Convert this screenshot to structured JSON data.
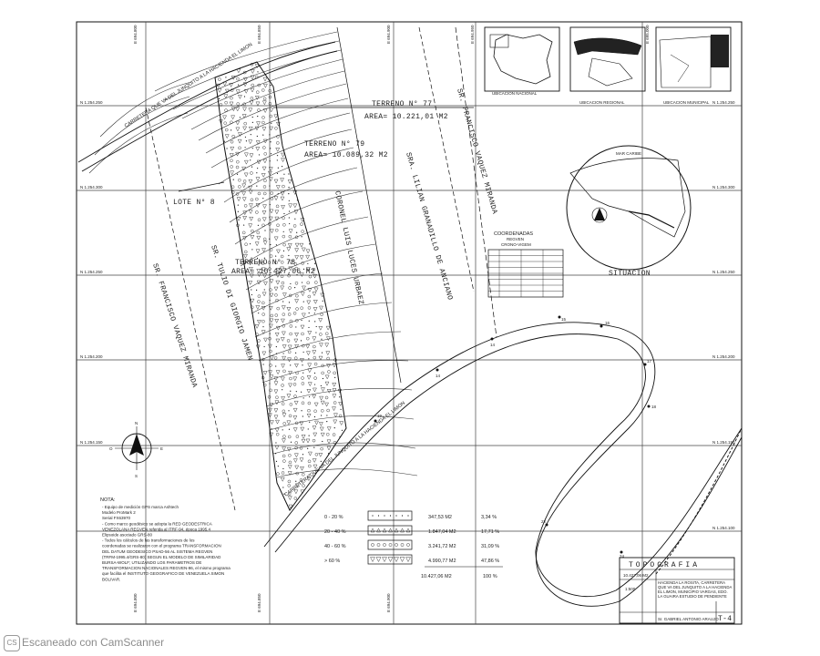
{
  "grid": {
    "n_labels": [
      "N 1.254.250",
      "N 1.254.300",
      "N 1.254.250",
      "N 1.254.200",
      "N 1.254.150"
    ],
    "n_labels_right": [
      "N 1.254.250",
      "N 1.254.300",
      "N 1.254.250",
      "N 1.254.200",
      "N 1.254.150",
      "N 1.254.100"
    ],
    "e_labels": [
      "E 694.800",
      "E 694.850",
      "E 694.900",
      "E 694.950",
      "E 695.000",
      "E 695.050"
    ]
  },
  "plot": {
    "road_top": "CARRETERA QUE VA DEL JUNQUITO A LA HACIENDA EL LIMON",
    "road_bottom": "CARRETERA QUE VA DEL JUNQUITO A LA HACIENDA EL LIMON",
    "terreno_77": "TERRENO N° 77",
    "area_77": "AREA= 10.221,01 M2",
    "terreno_79": "TERRENO N° 79",
    "area_79": "AREA= 10.089,32 M2",
    "lote": "LOTE N° 8",
    "terreno_main": "TERRENO N° 78",
    "area_main": "AREA= 10.427,06 M2",
    "owner_1": "SR. FRANCISCO VAQUEZ MIRANDA",
    "owner_2": "SR. TULIO DI GIORGIO JAMEN",
    "owner_3": "CORONEL LUIS LUCES URBAEZ",
    "owner_4": "SRA. LILIAN GRANADILLO DE ANCIANO",
    "owner_5": "SR. FRANCISCO VAQUEZ MIRANDA"
  },
  "insets": {
    "loc1": "UBICACION NACIONAL",
    "loc2": "UBICACION REGIONAL",
    "loc3": "UBICACION MUNICIPAL",
    "situacion": "SITUACION",
    "mar_caribe": "MAR CARIBE"
  },
  "coordinates": {
    "title": "COORDENADAS",
    "subtitle": "REGVEN",
    "system": "CRONO-VIGEM"
  },
  "slope_legend": {
    "rows": [
      {
        "range": "0 - 20 %",
        "area": "347,53 M2",
        "pct": "3,34 %"
      },
      {
        "range": "20 - 40 %",
        "area": "1.847,04 M2",
        "pct": "17,71 %"
      },
      {
        "range": "40 - 60 %",
        "area": "3.241,72 M2",
        "pct": "31,09 %"
      },
      {
        "range": "> 60 %",
        "area": "4.990,77 M2",
        "pct": "47,86 %"
      }
    ],
    "total_area": "10.427,06 M2",
    "total_pct": "100 %"
  },
  "notes": {
    "heading": "NOTA:",
    "lines": [
      "- Equipo de medición GPS marca Ashtech",
      "  Modelo ProMark 2",
      "  Serial FX63970",
      "- Como marco geodésico se adopta la RED GEODESTRICA",
      "  VENEZOLANA REGVEN referida al ITRF-94, época 1995.4",
      "  Elipsoide asociado GRS-80",
      "- Todos los cálculos de las transformaciones de los",
      "  coordenadas se realizaron con el programa TRANSFORMACION",
      "  DEL DATUM GEODESICO PSAD-56 AL SISTEMA REGVEN",
      "  (TRFM-1995.4/GRS-80) SEGUN EL MODELO DE SIMILARIDAD",
      "  BURSA-WOLF; UTILIZANDO LOS PARAMETROS DE",
      "  TRANSFORMACION NACIONALES REGVEN-96, el mismo programa",
      "  que facilita el INSTITUTO GEOGRAFICO DE VENEZUELA SIMON",
      "  BOLIVAR."
    ]
  },
  "title_block": {
    "title": "TOPOGRAFIA",
    "area_label": "10.427,06 M2",
    "scale": "1:500",
    "sheet": "T-4",
    "project": "HACIENDA LA ROSITA, CARRETERA QUE VA DEL JUNQUITO A LA HACIENDA EL LIMON, MUNICIPIO VARGAS, EDO. LA GUAIRA ESTUDIO DE PENDIENTE",
    "surveyor": "Sr. GABRIEL ANTONIO ARAUJO"
  },
  "compass": {
    "n": "N",
    "s": "S",
    "e": "E",
    "w": "O"
  },
  "footer": {
    "logo": "CS",
    "text": "Escaneado con CamScanner"
  }
}
